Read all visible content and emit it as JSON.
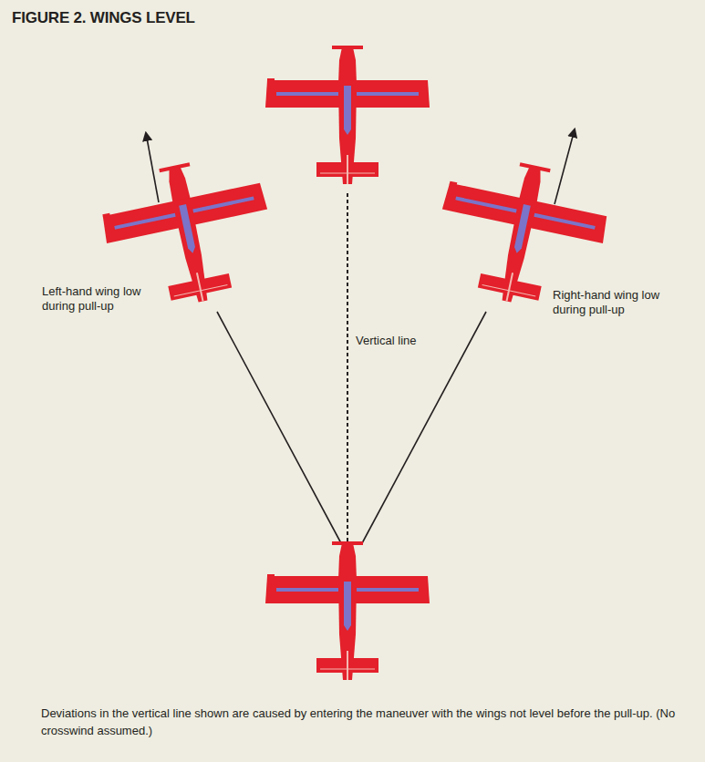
{
  "diagram": {
    "title": "FIGURE 2. WINGS LEVEL",
    "caption": "Deviations in the vertical line shown are caused by entering the maneuver with the wings not level before the pull-up. (No crosswind assumed.)",
    "labels": [
      "Left-hand wing low during pull-up",
      "Vertical line",
      "Right-hand wing low during pull-up"
    ]
  }
}
